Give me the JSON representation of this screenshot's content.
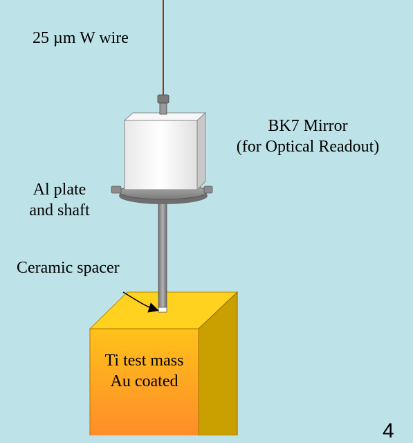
{
  "labels": {
    "wire": "25 µm W wire",
    "mirror_line1": "BK7 Mirror",
    "mirror_line2": "(for Optical Readout)",
    "plate_line1": "Al plate",
    "plate_line2": "and shaft",
    "spacer": "Ceramic spacer",
    "mass_line1": "Ti test mass",
    "mass_line2": "Au coated"
  },
  "page_number": "4",
  "colors": {
    "background": "#bde3e8",
    "wire": "#8b3a10",
    "mirror_front": "#f2f2f2",
    "mirror_side": "#c8c8c8",
    "plate": "#9a9a9a",
    "shaft": "#8a8a8a",
    "mass_top": "#ffd21f",
    "mass_side": "#c9a000",
    "mass_front_top": "#ffc21a",
    "mass_front_bottom": "#ff8a2a"
  }
}
